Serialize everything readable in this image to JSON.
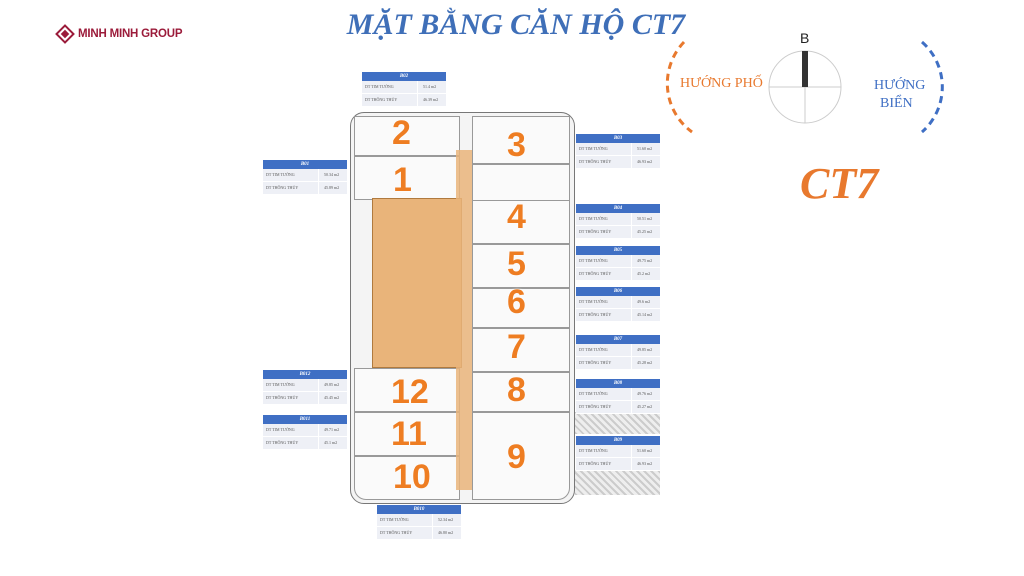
{
  "logo": {
    "text": "MINH MINH GROUP"
  },
  "title": "MẶT BẰNG CĂN HỘ CT7",
  "compass": {
    "north_label": "B",
    "left_label": "HƯỚNG PHỐ",
    "right_label_1": "HƯỚNG",
    "right_label_2": "BIỂN"
  },
  "building_label": "CT7",
  "colors": {
    "accent_orange": "#ee7d22",
    "title_blue": "#3f6fb8",
    "table_header": "#3f6fc4",
    "brand": "#9b1b3a"
  },
  "unit_numbers": [
    "1",
    "2",
    "3",
    "4",
    "5",
    "6",
    "7",
    "8",
    "9",
    "10",
    "11",
    "12"
  ],
  "row_labels": {
    "wall": "DT TIM TƯỜNG",
    "clear": "DT THÔNG THỦY"
  },
  "tables": [
    {
      "code": "B02",
      "wall": "51.4 m2",
      "clear": "46.39 m2"
    },
    {
      "code": "B01",
      "wall": "50.34 m2",
      "clear": "45.89 m2"
    },
    {
      "code": "B03",
      "wall": "51.60 m2",
      "clear": "46.93 m2"
    },
    {
      "code": "B04",
      "wall": "50.51 m2",
      "clear": "45.25 m2"
    },
    {
      "code": "B05",
      "wall": "49.75 m2",
      "clear": "45.2 m2"
    },
    {
      "code": "B06",
      "wall": "49.6 m2",
      "clear": "45.14 m2"
    },
    {
      "code": "B07",
      "wall": "49.85 m2",
      "clear": "45.28 m2"
    },
    {
      "code": "B08",
      "wall": "49.76 m2",
      "clear": "45.27 m2"
    },
    {
      "code": "B09",
      "wall": "51.60 m2",
      "clear": "46.93 m2"
    },
    {
      "code": "B012",
      "wall": "49.85 m2",
      "clear": "45.45 m2"
    },
    {
      "code": "B011",
      "wall": "49.71 m2",
      "clear": "45.1 m2"
    },
    {
      "code": "B010",
      "wall": "52.34 m2",
      "clear": "46.80 m2"
    }
  ]
}
